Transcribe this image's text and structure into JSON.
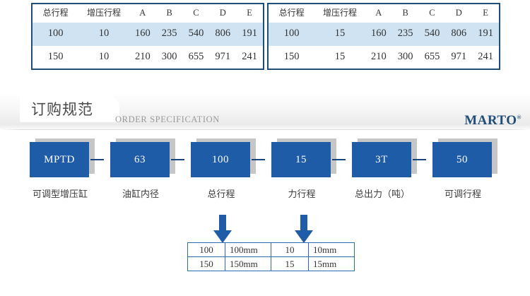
{
  "spec_tables": [
    {
      "name": "spec-table-1",
      "headers": [
        "总行程",
        "增压行程",
        "A",
        "B",
        "C",
        "D",
        "E"
      ],
      "rows": [
        {
          "highlight": true,
          "cells": [
            "100",
            "10",
            "160",
            "235",
            "540",
            "806",
            "191"
          ]
        },
        {
          "highlight": false,
          "cells": [
            "150",
            "10",
            "210",
            "300",
            "655",
            "971",
            "241"
          ]
        }
      ]
    },
    {
      "name": "spec-table-2",
      "headers": [
        "总行程",
        "增压行程",
        "A",
        "B",
        "C",
        "D",
        "E"
      ],
      "rows": [
        {
          "highlight": true,
          "cells": [
            "100",
            "15",
            "160",
            "235",
            "540",
            "806",
            "191"
          ]
        },
        {
          "highlight": false,
          "cells": [
            "150",
            "15",
            "210",
            "300",
            "655",
            "971",
            "241"
          ]
        }
      ]
    }
  ],
  "header": {
    "title": "订购规范",
    "subtitle": "ORDER SPECIFICATION",
    "brand": "MARTO",
    "brand_mark": "®"
  },
  "chain": {
    "items": [
      {
        "code": "MPTD",
        "label": "可调型增压缸"
      },
      {
        "code": "63",
        "label": "油缸内径"
      },
      {
        "code": "100",
        "label": "总行程"
      },
      {
        "code": "15",
        "label": "力行程"
      },
      {
        "code": "3T",
        "label": "总出力（吨）"
      },
      {
        "code": "50",
        "label": "可调行程"
      }
    ]
  },
  "option_tables": [
    {
      "name": "total-stroke-options",
      "rows": [
        {
          "value": "100",
          "unit": "100mm"
        },
        {
          "value": "150",
          "unit": "150mm"
        }
      ]
    },
    {
      "name": "force-stroke-options",
      "rows": [
        {
          "value": "10",
          "unit": "10mm"
        },
        {
          "value": "15",
          "unit": "15mm"
        }
      ]
    }
  ],
  "colors": {
    "box_blue": "#1f5ca8",
    "border_navy": "#1f4e79",
    "row_highlight": "#cfe3f2",
    "shadow_gray": "#c6c6c6"
  }
}
